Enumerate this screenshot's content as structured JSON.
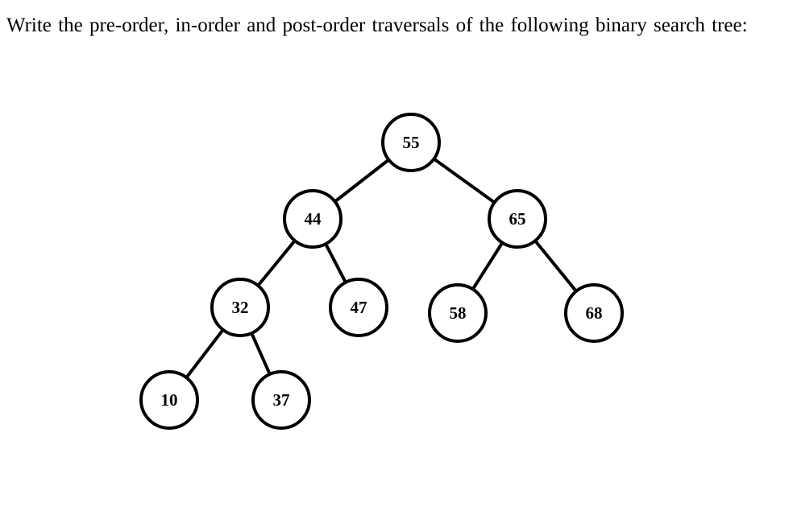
{
  "question": {
    "text": "Write the pre-order, in-order and post-order traversals of the following binary search tree:"
  },
  "tree": {
    "nodes": [
      {
        "id": "n55",
        "label": "55"
      },
      {
        "id": "n44",
        "label": "44"
      },
      {
        "id": "n65",
        "label": "65"
      },
      {
        "id": "n32",
        "label": "32"
      },
      {
        "id": "n47",
        "label": "47"
      },
      {
        "id": "n58",
        "label": "58"
      },
      {
        "id": "n68",
        "label": "68"
      },
      {
        "id": "n10",
        "label": "10"
      },
      {
        "id": "n37",
        "label": "37"
      }
    ],
    "edges": [
      [
        "n55",
        "n44"
      ],
      [
        "n55",
        "n65"
      ],
      [
        "n44",
        "n32"
      ],
      [
        "n44",
        "n47"
      ],
      [
        "n65",
        "n58"
      ],
      [
        "n65",
        "n68"
      ],
      [
        "n32",
        "n10"
      ],
      [
        "n32",
        "n37"
      ]
    ]
  }
}
